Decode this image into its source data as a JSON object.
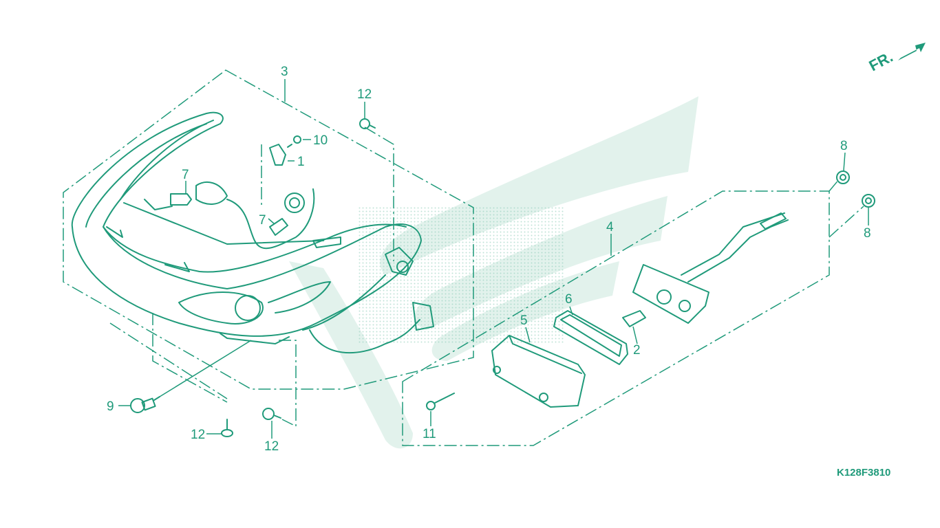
{
  "diagram_code": "K128F3810",
  "direction_label": "FR.",
  "colors": {
    "ink": "#1f9a7a",
    "watermark": "#e2f2ec",
    "background": "#ffffff"
  },
  "callouts": {
    "c1": "1",
    "c2": "2",
    "c3": "3",
    "c4": "4",
    "c5": "5",
    "c6": "6",
    "c7a": "7",
    "c7b": "7",
    "c8a": "8",
    "c8b": "8",
    "c9": "9",
    "c10": "10",
    "c11": "11",
    "c12a": "12",
    "c12b": "12",
    "c12c": "12"
  }
}
